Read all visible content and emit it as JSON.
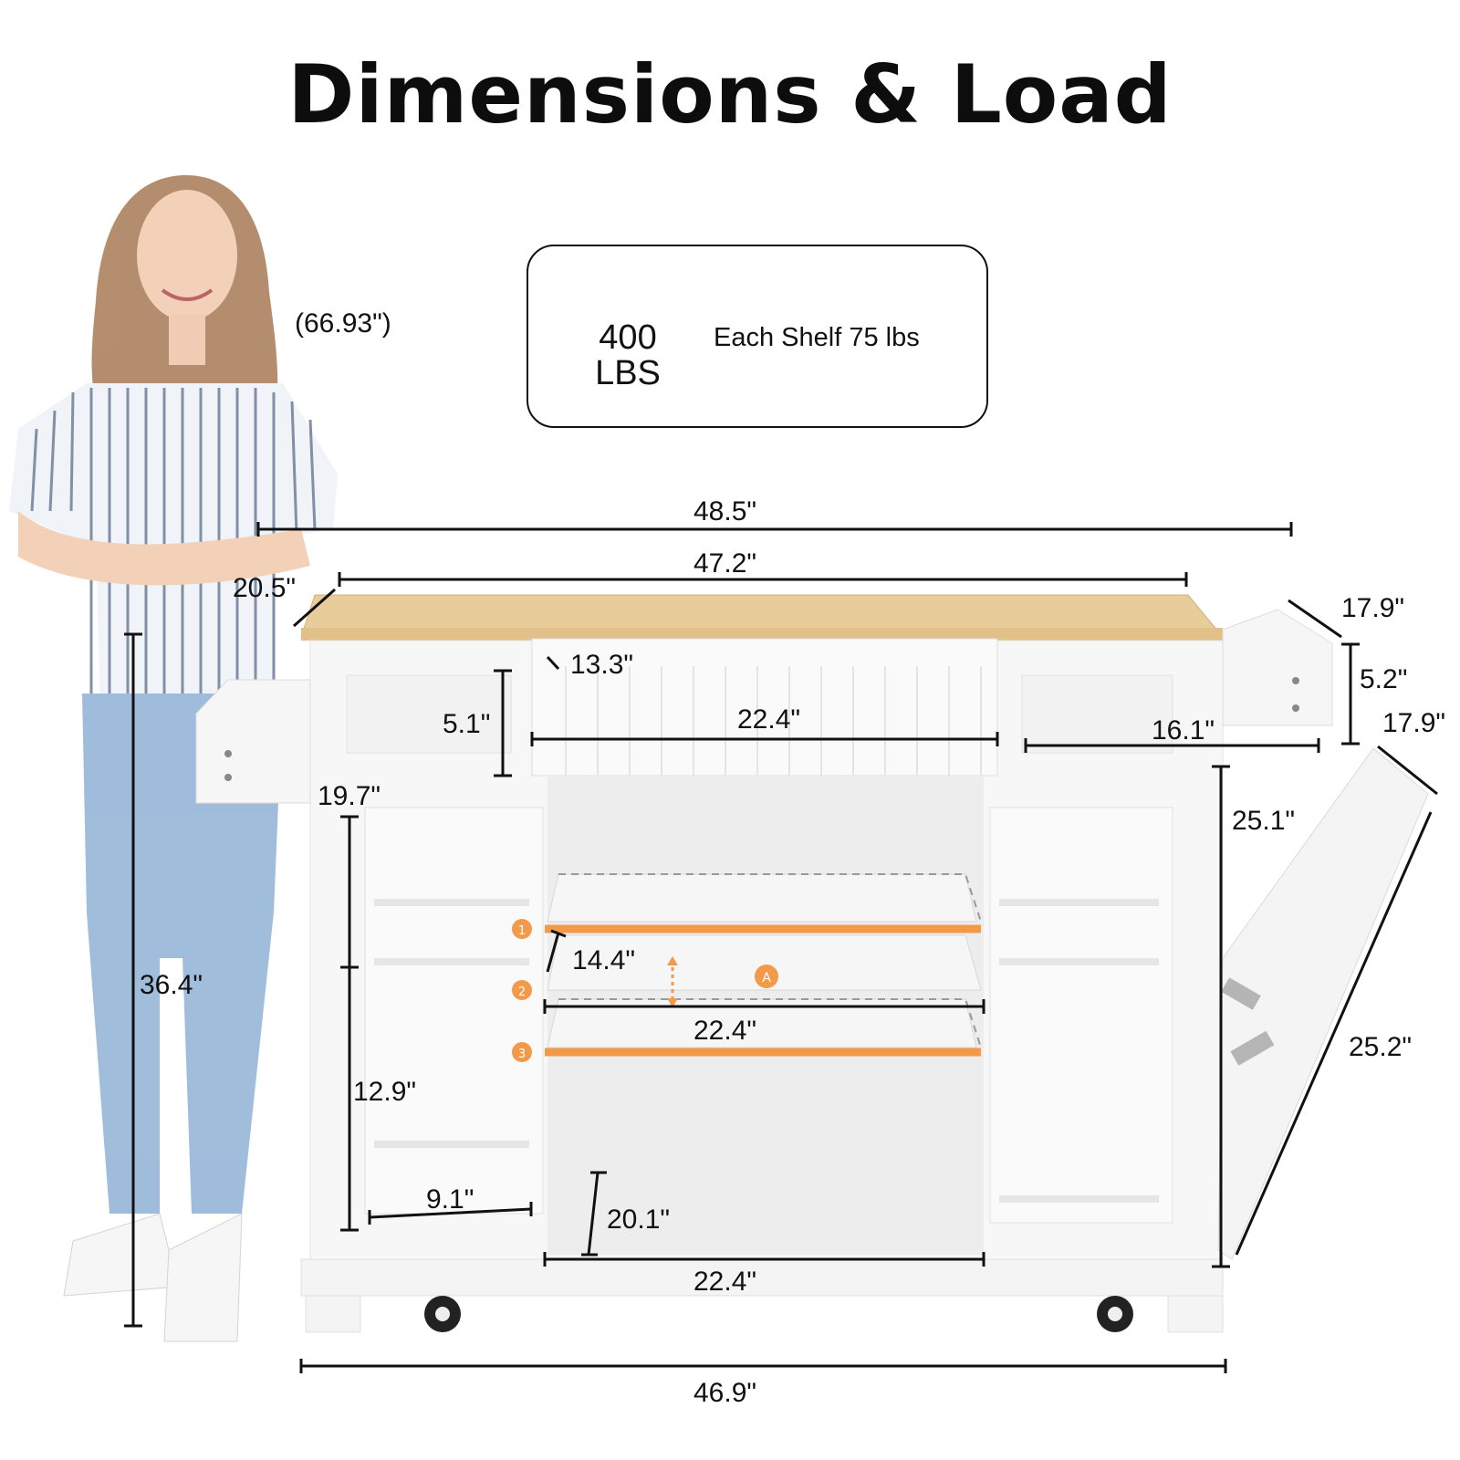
{
  "header": {
    "title": "Dimensions & Load"
  },
  "load": {
    "weight_top": "400",
    "weight_bottom": "LBS",
    "shelf_text": "Each Shelf 75 lbs"
  },
  "person": {
    "height_label": "(66.93\")"
  },
  "dimensions": {
    "overall_width": "48.5\"",
    "top_width": "47.2\"",
    "depth": "20.5\"",
    "side_drawer_width": "17.9\"",
    "side_drawer_height": "5.2\"",
    "flap_width": "17.9\"",
    "flap_height": "25.2\"",
    "center_drawer_depth": "13.3\"",
    "drawer_height": "5.1\"",
    "center_drawer_width": "22.4\"",
    "right_drawer_width": "16.1\"",
    "left_drawer_width": "19.7\"",
    "cabinet_height": "25.1\"",
    "total_height": "36.4\"",
    "shelf_depth": "14.4\"",
    "shelf_width": "22.4\"",
    "door_height": "12.9\"",
    "door_shelf_width": "9.1\"",
    "lower_depth": "20.1\"",
    "lower_width": "22.4\"",
    "base_width": "46.9\""
  },
  "shelf_markers": [
    "1",
    "2",
    "3"
  ],
  "shelf_marker_a": "A",
  "colors": {
    "orange": "#f29a4a",
    "wood": "#e8cc9a",
    "cabinet": "#f7f7f7",
    "line": "#111111"
  }
}
